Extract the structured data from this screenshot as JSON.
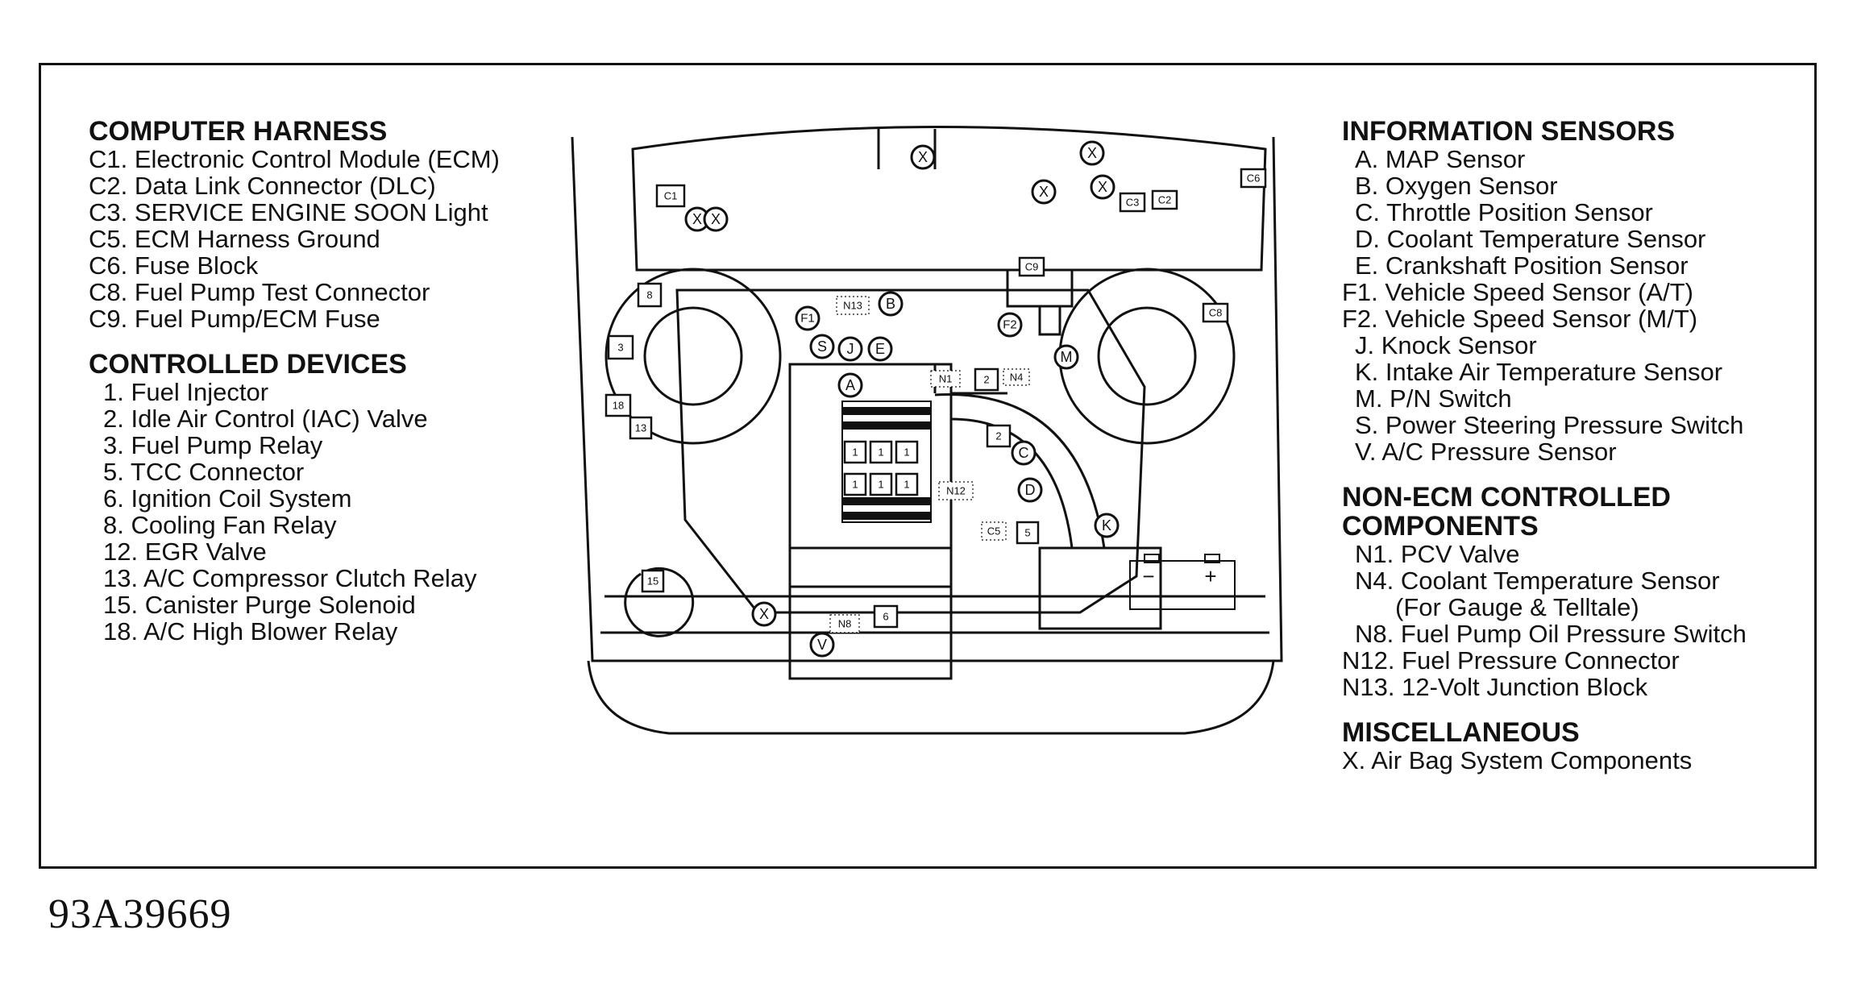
{
  "figure_id": "93A39669",
  "left_legend": [
    {
      "heading": "COMPUTER HARNESS",
      "items": [
        "C1. Electronic Control Module (ECM)",
        "C2. Data Link Connector (DLC)",
        "C3. SERVICE ENGINE SOON Light",
        "C5. ECM Harness Ground",
        "C6. Fuse Block",
        "C8. Fuel Pump Test Connector",
        "C9. Fuel Pump/ECM Fuse"
      ]
    },
    {
      "heading": "CONTROLLED DEVICES",
      "items": [
        " 1. Fuel Injector",
        " 2. Idle Air Control (IAC) Valve",
        " 3. Fuel Pump Relay",
        " 5. TCC Connector",
        " 6. Ignition Coil System",
        " 8. Cooling Fan Relay",
        "12. EGR Valve",
        "13. A/C Compressor Clutch Relay",
        "15. Canister Purge Solenoid",
        "18. A/C High Blower Relay"
      ]
    }
  ],
  "right_legend": [
    {
      "heading": "INFORMATION SENSORS",
      "items": [
        "  A. MAP Sensor",
        "  B. Oxygen Sensor",
        "  C. Throttle Position Sensor",
        "  D. Coolant Temperature Sensor",
        "  E. Crankshaft Position Sensor",
        "F1. Vehicle Speed Sensor (A/T)",
        "F2. Vehicle Speed Sensor (M/T)",
        "  J. Knock Sensor",
        "  K. Intake Air Temperature Sensor",
        "  M. P/N Switch",
        "  S. Power Steering Pressure Switch",
        "  V. A/C Pressure Sensor"
      ]
    },
    {
      "heading": "NON-ECM CONTROLLED COMPONENTS",
      "items": [
        "  N1. PCV Valve",
        "  N4. Coolant Temperature Sensor",
        "        (For Gauge & Telltale)",
        "  N8. Fuel Pump Oil Pressure Switch",
        "N12. Fuel Pressure Connector",
        "N13. 12-Volt Junction Block"
      ]
    },
    {
      "heading": "MISCELLANEOUS",
      "items": [
        "X. Air Bag System Components"
      ]
    }
  ],
  "diagram": {
    "circle_labels": [
      "X",
      "X",
      "X",
      "X",
      "X",
      "X",
      "B",
      "F1",
      "F2",
      "S",
      "J",
      "E",
      "A",
      "M",
      "C",
      "D",
      "K",
      "X",
      "V"
    ],
    "box_labels": [
      "C1",
      "C6",
      "C3",
      "C2",
      "C9",
      "C8",
      "8",
      "3",
      "18",
      "13",
      "2",
      "2",
      "5",
      "6",
      "15",
      "1",
      "1",
      "1",
      "1",
      "1",
      "1"
    ],
    "dotted_labels": [
      "N13",
      "N1",
      "N4",
      "N12",
      "C5",
      "N8"
    ],
    "battery_labels": [
      "−",
      "+"
    ]
  }
}
